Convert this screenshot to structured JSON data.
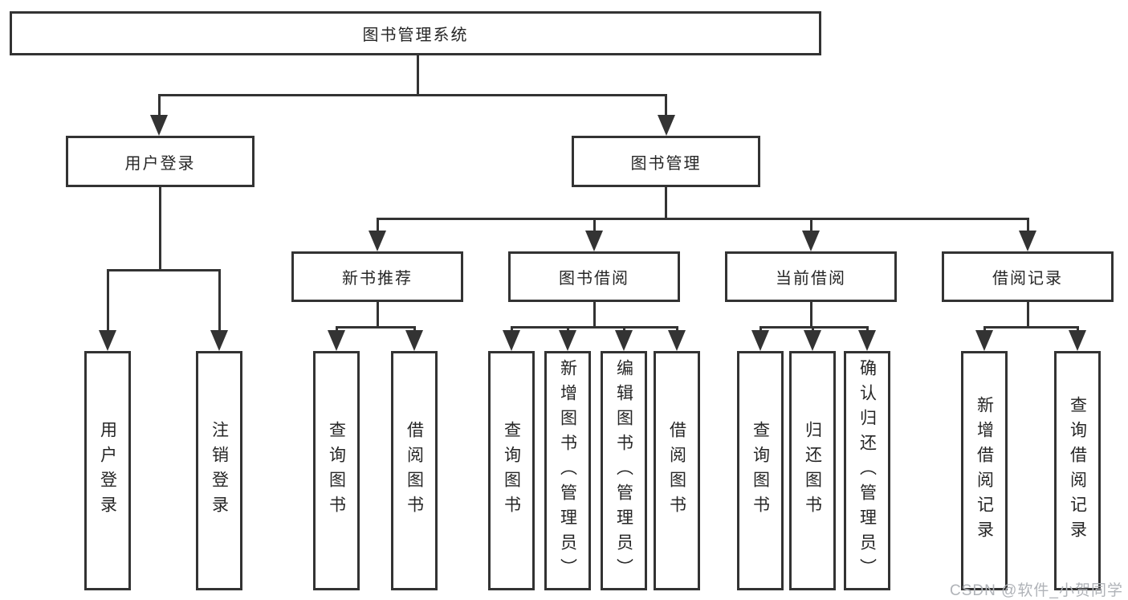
{
  "diagram": {
    "title": "图书管理系统",
    "watermark": "CSDN @软件_小贺同学",
    "colors": {
      "line": "#333333",
      "text": "#262626",
      "watermark": "#b0b3b8",
      "background": "#ffffff"
    },
    "nodes": {
      "root": {
        "label": "图书管理系统"
      },
      "user_login": {
        "label": "用户登录",
        "children": [
          {
            "label": "用户登录"
          },
          {
            "label": "注销登录"
          }
        ]
      },
      "book_mgmt": {
        "label": "图书管理",
        "children": [
          {
            "label": "新书推荐",
            "children": [
              {
                "label": "查询图书"
              },
              {
                "label": "借阅图书"
              }
            ]
          },
          {
            "label": "图书借阅",
            "children": [
              {
                "label": "查询图书"
              },
              {
                "label": "新增图书（管理员）"
              },
              {
                "label": "编辑图书（管理员）"
              },
              {
                "label": "借阅图书"
              }
            ]
          },
          {
            "label": "当前借阅",
            "children": [
              {
                "label": "查询图书"
              },
              {
                "label": "归还图书"
              },
              {
                "label": "确认归还（管理员）"
              }
            ]
          },
          {
            "label": "借阅记录",
            "children": [
              {
                "label": "新增借阅记录"
              },
              {
                "label": "查询借阅记录"
              }
            ]
          }
        ]
      }
    }
  }
}
